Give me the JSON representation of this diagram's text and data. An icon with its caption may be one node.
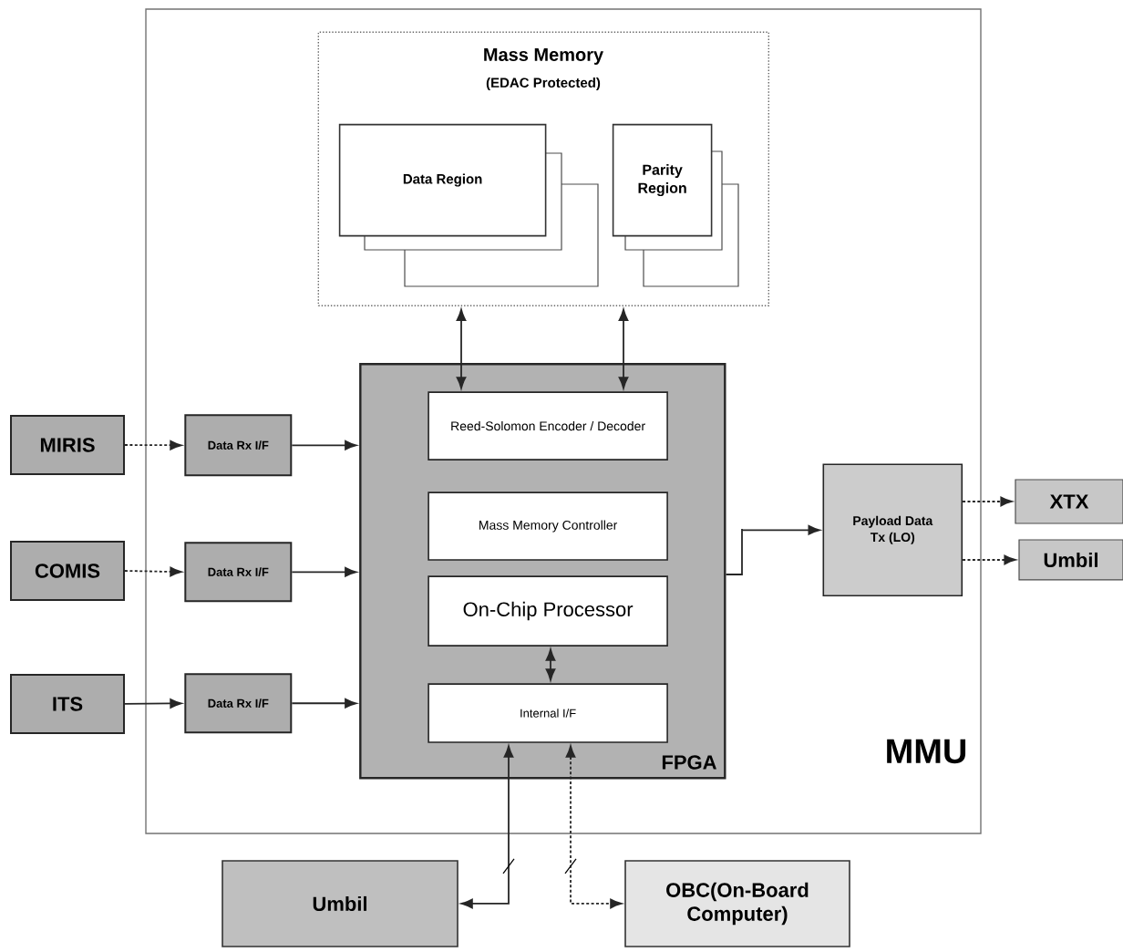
{
  "diagram": {
    "nodes": [
      {
        "text": [
          "MMU"
        ]
      },
      {
        "text": [
          "Mass Memory",
          "(EDAC Protected)"
        ],
        "in": 0
      },
      {
        "text": [
          "Data Region"
        ],
        "in": 1
      },
      {
        "text": [
          "Parity Region"
        ],
        "in": 1
      },
      {
        "text": [
          "FPGA"
        ],
        "in": 0
      },
      {
        "text": [
          "Reed-Solomon Encoder / Decoder"
        ],
        "in": 4
      },
      {
        "text": [
          "Mass Memory Controller"
        ],
        "in": 4
      },
      {
        "text": [
          "On-Chip Processor"
        ],
        "in": 4
      },
      {
        "text": [
          "Internal I/F"
        ],
        "in": 4
      },
      {
        "text": [
          "MIRIS"
        ]
      },
      {
        "text": [
          "COMIS"
        ]
      },
      {
        "text": [
          "ITS"
        ]
      },
      {
        "text": [
          "Data Rx I/F"
        ],
        "in": 0
      },
      {
        "text": [
          "Data Rx I/F"
        ],
        "in": 0
      },
      {
        "text": [
          "Data Rx I/F"
        ],
        "in": 0
      },
      {
        "text": [
          "Payload Data Tx (LO)"
        ],
        "in": 0
      },
      {
        "text": [
          "XTX"
        ]
      },
      {
        "text": [
          "Umbil"
        ]
      },
      {
        "text": [
          "Umbil"
        ]
      },
      {
        "text": [
          "OBC(On-Board Computer)"
        ]
      }
    ],
    "edges": [
      {
        "from": 1,
        "to": 5,
        "arrow": "both"
      },
      {
        "from": 1,
        "to": 5,
        "arrow": "both"
      },
      {
        "from": 9,
        "to": 12,
        "arrow": "to",
        "style": "dashed"
      },
      {
        "from": 10,
        "to": 13,
        "arrow": "to",
        "style": "dashed"
      },
      {
        "from": 11,
        "to": 14,
        "arrow": "to"
      },
      {
        "from": 12,
        "to": 4,
        "arrow": "to"
      },
      {
        "from": 13,
        "to": 4,
        "arrow": "to"
      },
      {
        "from": 14,
        "to": 4,
        "arrow": "to"
      },
      {
        "from": 4,
        "to": 15,
        "arrow": "to"
      },
      {
        "from": 15,
        "to": 16,
        "arrow": "to",
        "style": "dashed"
      },
      {
        "from": 15,
        "to": 17,
        "arrow": "to",
        "style": "dashed"
      },
      {
        "from": 7,
        "to": 8,
        "arrow": "both"
      },
      {
        "from": 8,
        "to": 18,
        "arrow": "both"
      },
      {
        "from": 8,
        "to": 19,
        "arrow": "both",
        "style": "dashed"
      }
    ]
  }
}
